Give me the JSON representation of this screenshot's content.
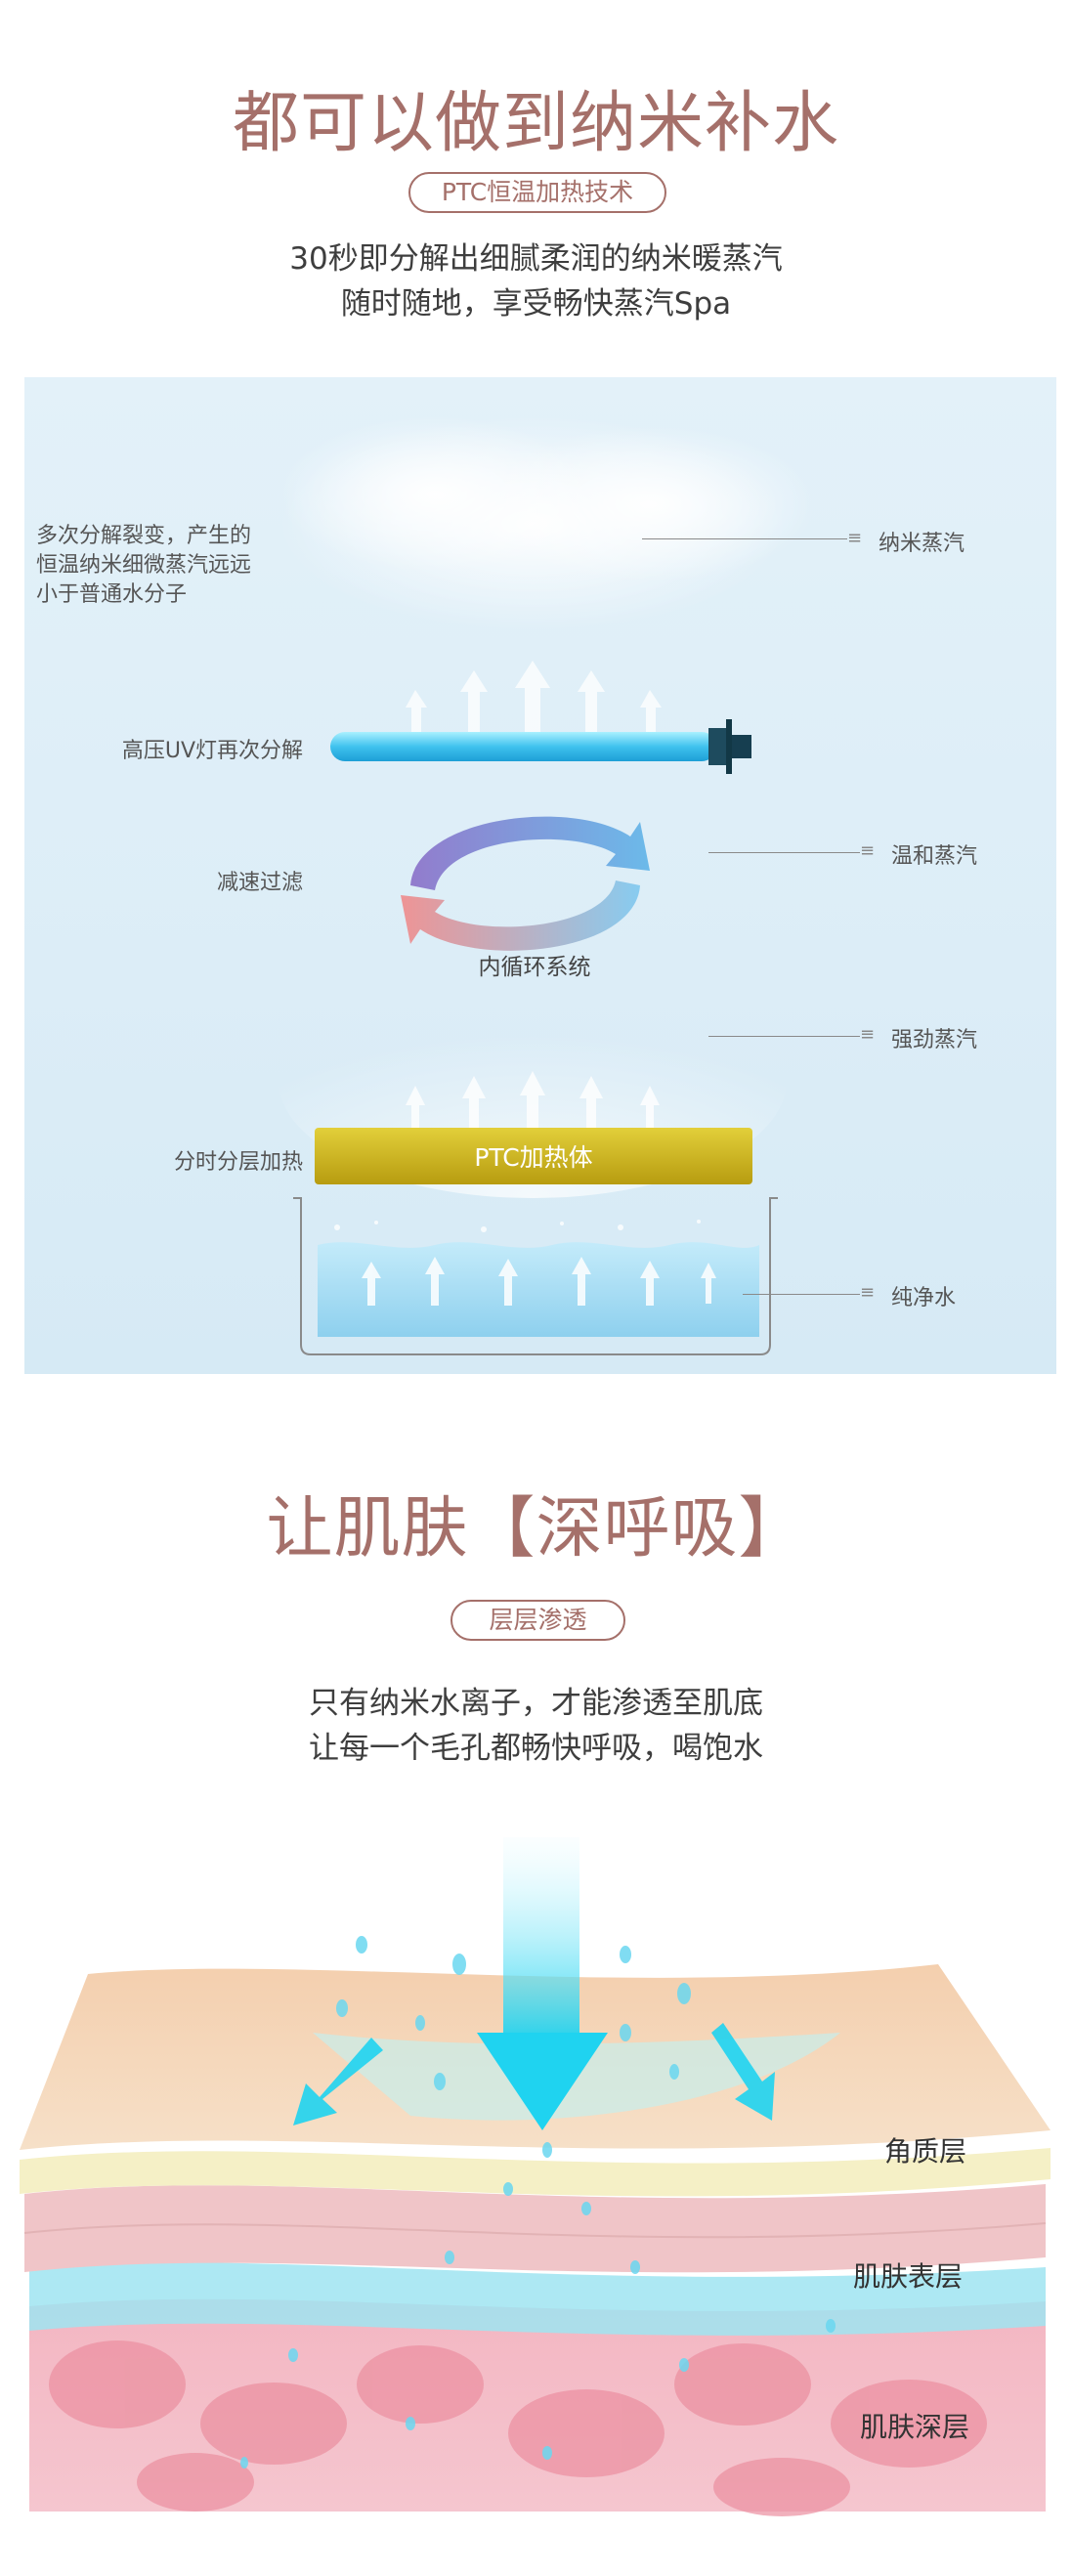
{
  "section1": {
    "title": "都可以做到纳米补水",
    "tag": "PTC恒温加热技术",
    "desc_line1": "30秒即分解出细腻柔润的纳米暖蒸汽",
    "desc_line2": "随时随地，享受畅快蒸汽Spa"
  },
  "diagram": {
    "left_label_1_line1": "多次分解裂变，产生的",
    "left_label_1_line2": "恒温纳米细微蒸汽远远",
    "left_label_1_line3": "小于普通水分子",
    "left_label_uv": "高压UV灯再次分解",
    "left_label_filter": "减速过滤",
    "left_label_heat": "分时分层加热",
    "center_cycle": "内循环系统",
    "center_ptc": "PTC加热体",
    "right_nano": "纳米蒸汽",
    "right_gentle": "温和蒸汽",
    "right_strong": "强劲蒸汽",
    "right_water": "纯净水"
  },
  "section2": {
    "title": "让肌肤【深呼吸】",
    "tag": "层层渗透",
    "desc_line1": "只有纳米水离子，才能渗透至肌底",
    "desc_line2": "让每一个毛孔都畅快呼吸，喝饱水"
  },
  "skin": {
    "layer1": "角质层",
    "layer2": "肌肤表层",
    "layer3": "肌肤深层"
  },
  "colors": {
    "title": "#a5706a",
    "uv_tube": "#58c8ef",
    "ptc_bar": "#c9b21a",
    "water": "#a8dcf3",
    "arrow_cyan": "#1fd3f0"
  }
}
